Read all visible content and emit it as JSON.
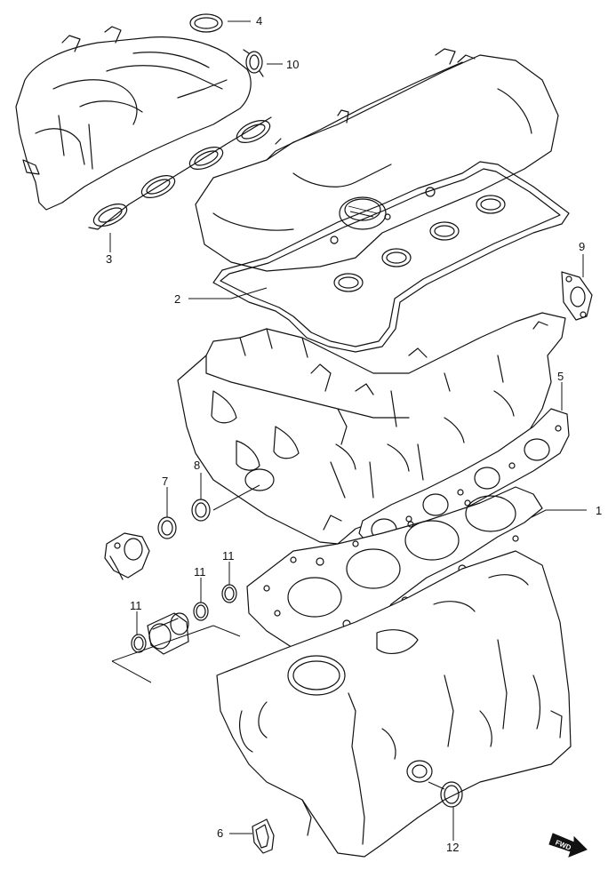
{
  "callouts": [
    {
      "id": "1",
      "label": "1"
    },
    {
      "id": "2",
      "label": "2"
    },
    {
      "id": "3",
      "label": "3"
    },
    {
      "id": "4",
      "label": "4"
    },
    {
      "id": "5",
      "label": "5"
    },
    {
      "id": "6",
      "label": "6"
    },
    {
      "id": "7",
      "label": "7"
    },
    {
      "id": "8",
      "label": "8"
    },
    {
      "id": "9",
      "label": "9"
    },
    {
      "id": "10",
      "label": "10"
    },
    {
      "id": "11a",
      "label": "11"
    },
    {
      "id": "11b",
      "label": "11"
    },
    {
      "id": "11c",
      "label": "11"
    },
    {
      "id": "12",
      "label": "12"
    }
  ],
  "fwd_badge": "FWD"
}
